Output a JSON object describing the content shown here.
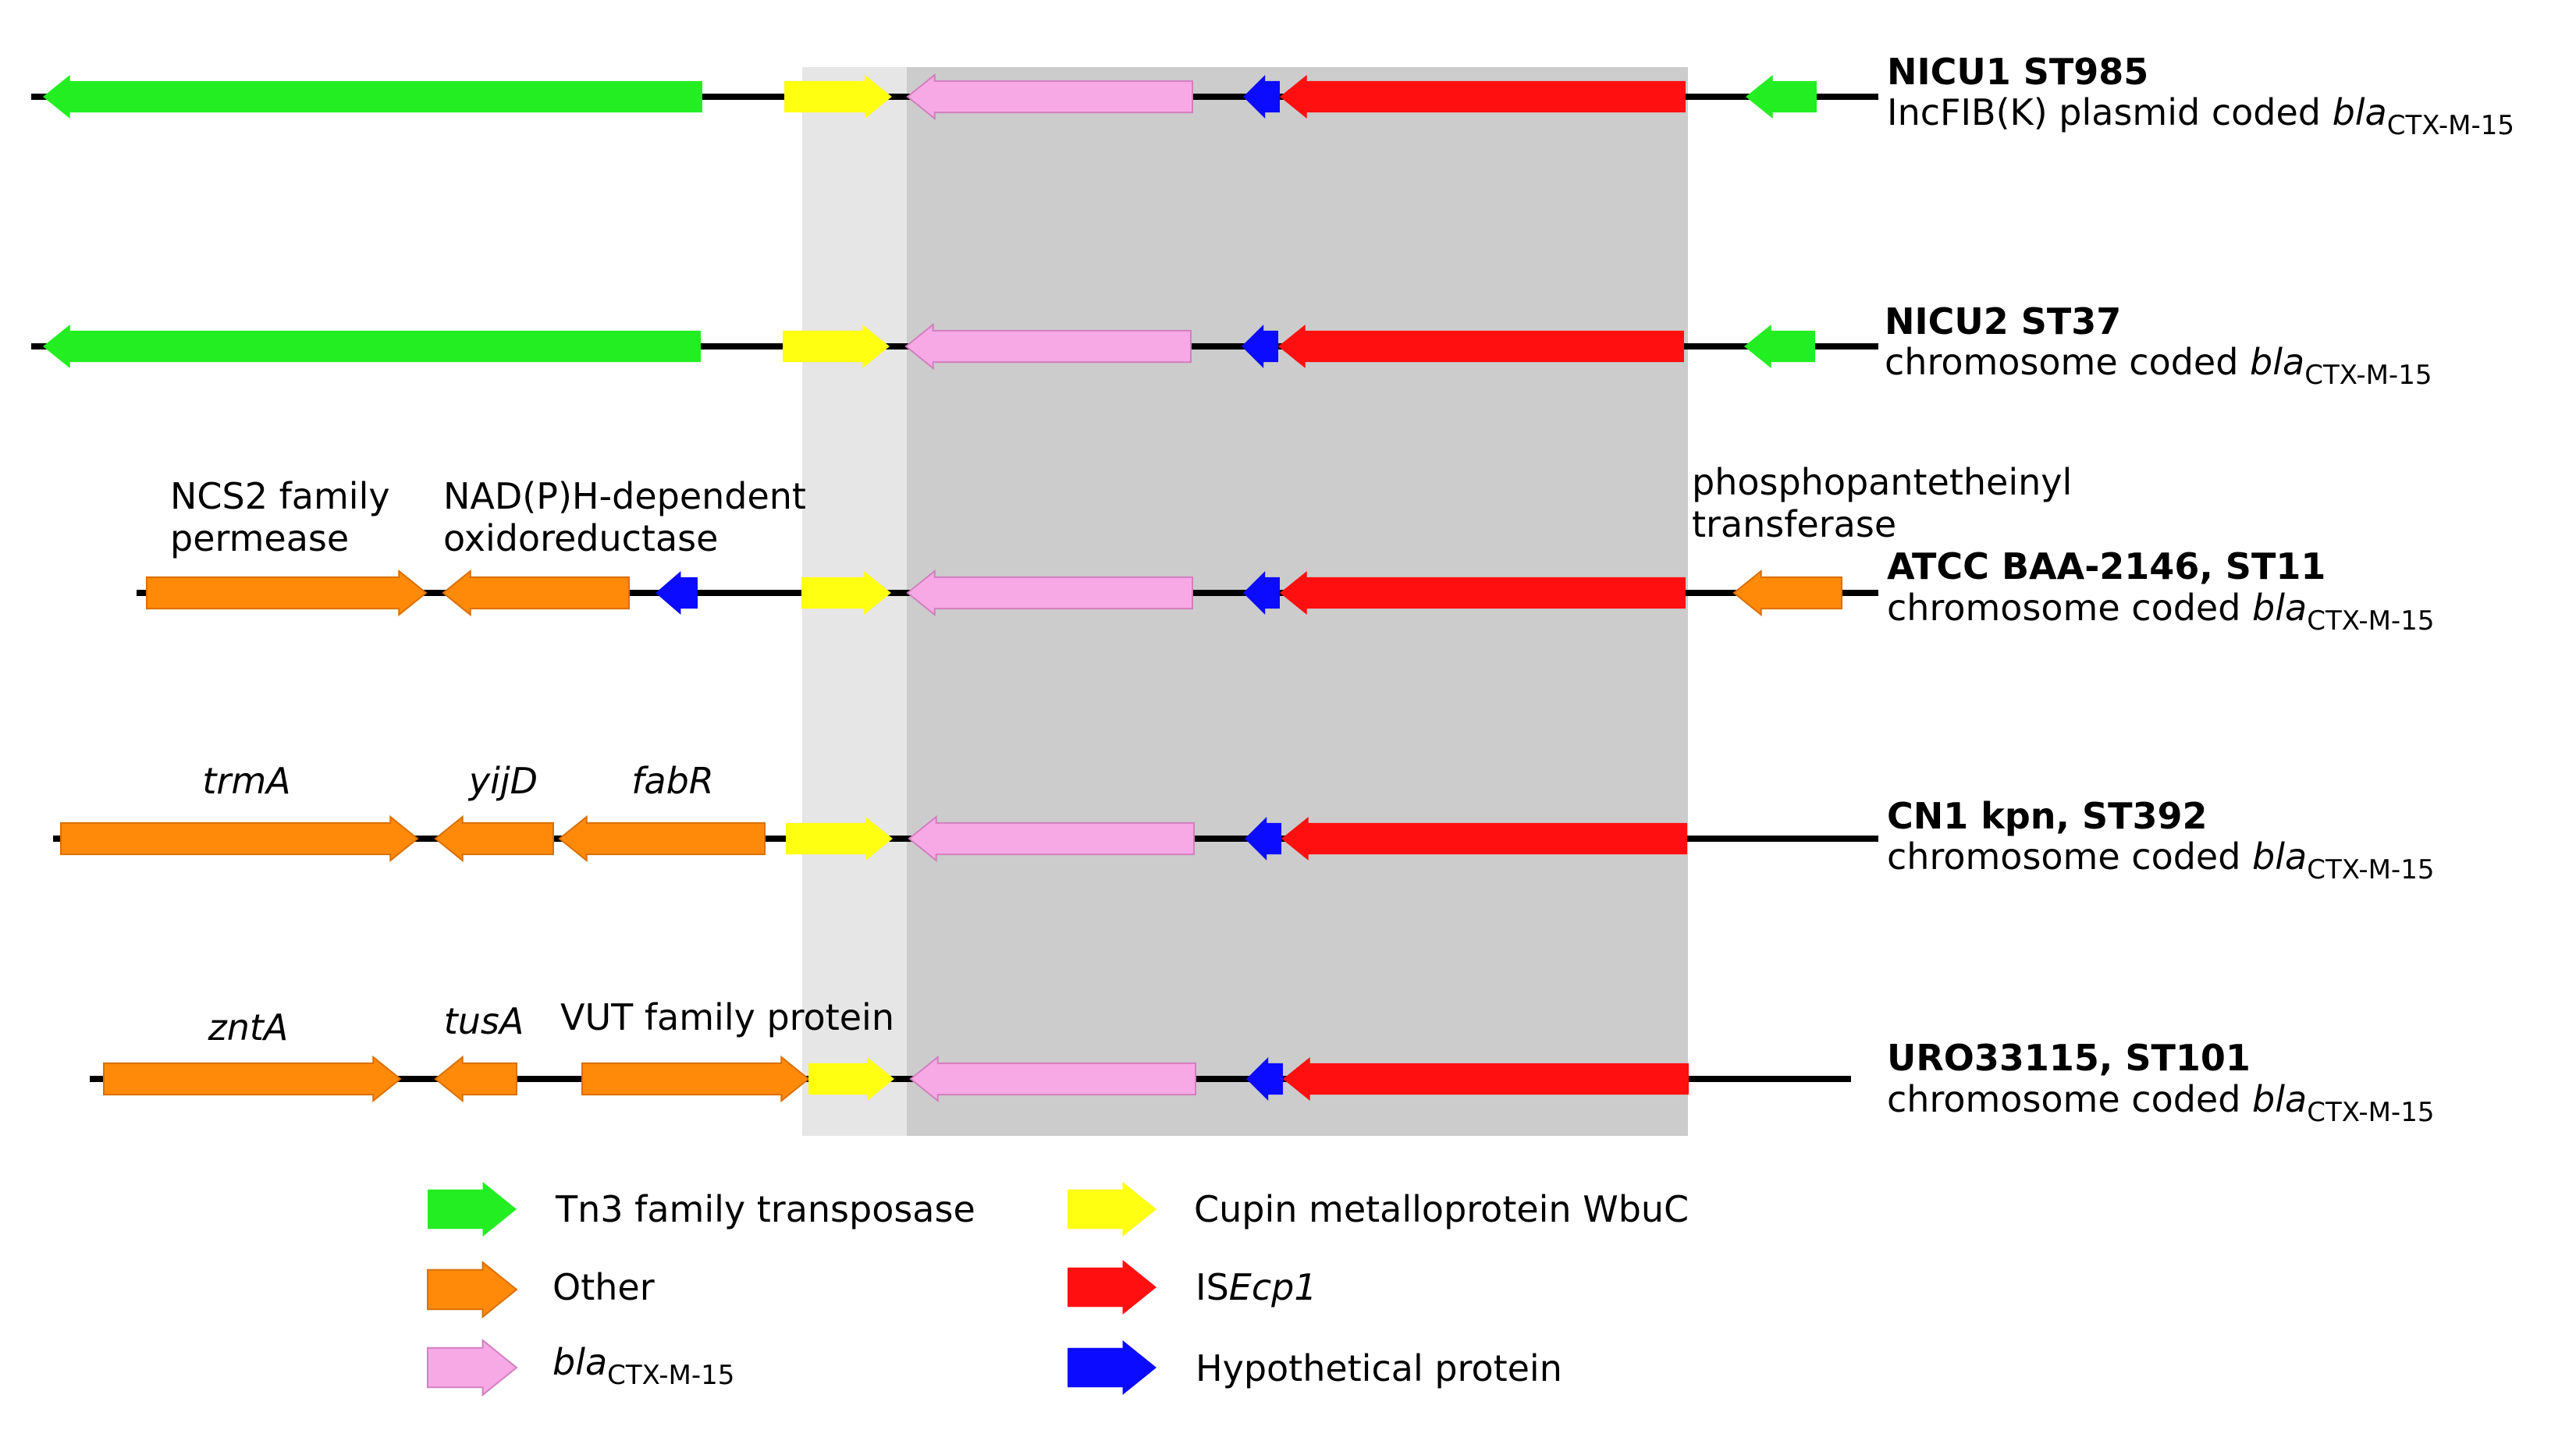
{
  "colors": {
    "transposase": "#22ee22",
    "other": "#ff8a0a",
    "bla": "#f7a9e6",
    "cupin": "#ffff11",
    "isecp1": "#ff0f0f",
    "hypothetical": "#0b0bff",
    "shade_light": "#e6e6e6",
    "shade_dark": "#cccccc",
    "backbone": "#000000"
  },
  "tracks": [
    {
      "name": "NICU1 ST985",
      "desc_prefix": "IncFIB(K) plasmid coded ",
      "bla": "bla",
      "sub": "CTX-M-15",
      "gene_labels": []
    },
    {
      "name": "NICU2 ST37",
      "desc_prefix": "chromosome coded ",
      "bla": "bla",
      "sub": "CTX-M-15",
      "gene_labels": []
    },
    {
      "name": "ATCC BAA-2146, ST11",
      "desc_prefix": "chromosome coded ",
      "bla": "bla",
      "sub": "CTX-M-15",
      "gene_labels": [
        {
          "lines": [
            "NCS2 family",
            "permease"
          ],
          "italic": false
        },
        {
          "lines": [
            "NAD(P)H-dependent",
            "oxidoreductase"
          ],
          "italic": false
        },
        {
          "lines": [
            "phosphopantetheinyl",
            "transferase"
          ],
          "italic": false
        }
      ]
    },
    {
      "name": "CN1 kpn, ST392",
      "desc_prefix": "chromosome coded ",
      "bla": "bla",
      "sub": "CTX-M-15",
      "gene_labels": [
        {
          "lines": [
            "trmA"
          ],
          "italic": true
        },
        {
          "lines": [
            "yijD"
          ],
          "italic": true
        },
        {
          "lines": [
            "fabR"
          ],
          "italic": true
        }
      ]
    },
    {
      "name": "URO33115, ST101",
      "desc_prefix": "chromosome coded ",
      "bla": "bla",
      "sub": "CTX-M-15",
      "gene_labels": [
        {
          "lines": [
            "zntA"
          ],
          "italic": true
        },
        {
          "lines": [
            "tusA"
          ],
          "italic": true
        },
        {
          "lines": [
            "VUT family protein"
          ],
          "italic": false
        }
      ]
    }
  ],
  "legend": [
    {
      "key": "transposase",
      "parts": [
        {
          "text": "Tn3 family transposase"
        }
      ]
    },
    {
      "key": "other",
      "parts": [
        {
          "text": "Other"
        }
      ]
    },
    {
      "key": "bla",
      "parts": [
        {
          "text": "bla",
          "italic": true
        },
        {
          "text": "CTX-M-15",
          "sub": true
        }
      ]
    },
    {
      "key": "cupin",
      "parts": [
        {
          "text": "Cupin metalloprotein WbuC"
        }
      ]
    },
    {
      "key": "isecp1",
      "parts": [
        {
          "text": "IS"
        },
        {
          "text": "Ecp1",
          "italic": true
        }
      ]
    },
    {
      "key": "hypothetical",
      "parts": [
        {
          "text": "Hypothetical protein"
        }
      ]
    }
  ]
}
